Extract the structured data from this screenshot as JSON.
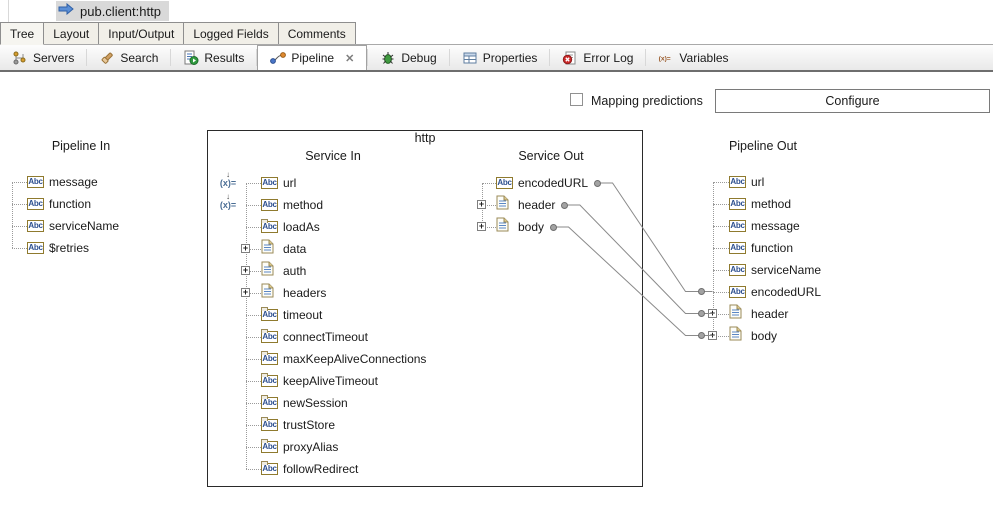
{
  "editor": {
    "title": "pub.client:http"
  },
  "editor_tabs": [
    {
      "label": "Tree",
      "active": true
    },
    {
      "label": "Layout",
      "active": false
    },
    {
      "label": "Input/Output",
      "active": false
    },
    {
      "label": "Logged Fields",
      "active": false
    },
    {
      "label": "Comments",
      "active": false
    }
  ],
  "view_tabs": [
    {
      "label": "Servers",
      "icon": "servers-icon",
      "selected": false,
      "closable": false
    },
    {
      "label": "Search",
      "icon": "search-icon",
      "selected": false,
      "closable": false
    },
    {
      "label": "Results",
      "icon": "results-icon",
      "selected": false,
      "closable": false
    },
    {
      "label": "Pipeline",
      "icon": "pipeline-icon",
      "selected": true,
      "closable": true
    },
    {
      "label": "Debug",
      "icon": "debug-icon",
      "selected": false,
      "closable": false
    },
    {
      "label": "Properties",
      "icon": "properties-icon",
      "selected": false,
      "closable": false
    },
    {
      "label": "Error Log",
      "icon": "error-log-icon",
      "selected": false,
      "closable": false
    },
    {
      "label": "Variables",
      "icon": "variables-icon",
      "selected": false,
      "closable": false
    }
  ],
  "controls": {
    "mapping_predictions_label": "Mapping predictions",
    "mapping_predictions_checked": false,
    "configure_label": "Configure"
  },
  "diagram": {
    "box_title": "http",
    "columns": {
      "pipeline_in": "Pipeline In",
      "service_in": "Service In",
      "service_out": "Service Out",
      "pipeline_out": "Pipeline Out"
    },
    "pipeline_in": [
      {
        "label": "message",
        "icon": "string"
      },
      {
        "label": "function",
        "icon": "string"
      },
      {
        "label": "serviceName",
        "icon": "string"
      },
      {
        "label": "$retries",
        "icon": "string"
      }
    ],
    "service_in": [
      {
        "label": "url",
        "icon": "string",
        "assign": true
      },
      {
        "label": "method",
        "icon": "string",
        "assign": true
      },
      {
        "label": "loadAs",
        "icon": "string-default"
      },
      {
        "label": "data",
        "icon": "doc",
        "expand": true
      },
      {
        "label": "auth",
        "icon": "doc",
        "expand": true
      },
      {
        "label": "headers",
        "icon": "doc",
        "expand": true
      },
      {
        "label": "timeout",
        "icon": "string-default"
      },
      {
        "label": "connectTimeout",
        "icon": "string-default"
      },
      {
        "label": "maxKeepAliveConnections",
        "icon": "string-default"
      },
      {
        "label": "keepAliveTimeout",
        "icon": "string-default"
      },
      {
        "label": "newSession",
        "icon": "string-default"
      },
      {
        "label": "trustStore",
        "icon": "string-default"
      },
      {
        "label": "proxyAlias",
        "icon": "string-default"
      },
      {
        "label": "followRedirect",
        "icon": "string-default"
      }
    ],
    "service_out": [
      {
        "label": "encodedURL",
        "icon": "string",
        "port": true
      },
      {
        "label": "header",
        "icon": "doc",
        "expand": true,
        "port": true
      },
      {
        "label": "body",
        "icon": "doc",
        "expand": true,
        "port": true
      }
    ],
    "pipeline_out": [
      {
        "label": "url",
        "icon": "string"
      },
      {
        "label": "method",
        "icon": "string"
      },
      {
        "label": "message",
        "icon": "string"
      },
      {
        "label": "function",
        "icon": "string"
      },
      {
        "label": "serviceName",
        "icon": "string"
      },
      {
        "label": "encodedURL",
        "icon": "string",
        "port": true
      },
      {
        "label": "header",
        "icon": "doc",
        "expand": true,
        "port": true
      },
      {
        "label": "body",
        "icon": "doc",
        "expand": true,
        "port": true
      }
    ],
    "mappings": [
      {
        "from": "encodedURL",
        "to": "encodedURL"
      },
      {
        "from": "header",
        "to": "header"
      },
      {
        "from": "body",
        "to": "body"
      }
    ]
  },
  "colors": {
    "wire": "#8a8a8a",
    "abc_border": "#8f7a2e",
    "abc_text": "#2c4f8f",
    "chip_bg": "#d9d9d9",
    "row_border": "#6e6e6e"
  }
}
